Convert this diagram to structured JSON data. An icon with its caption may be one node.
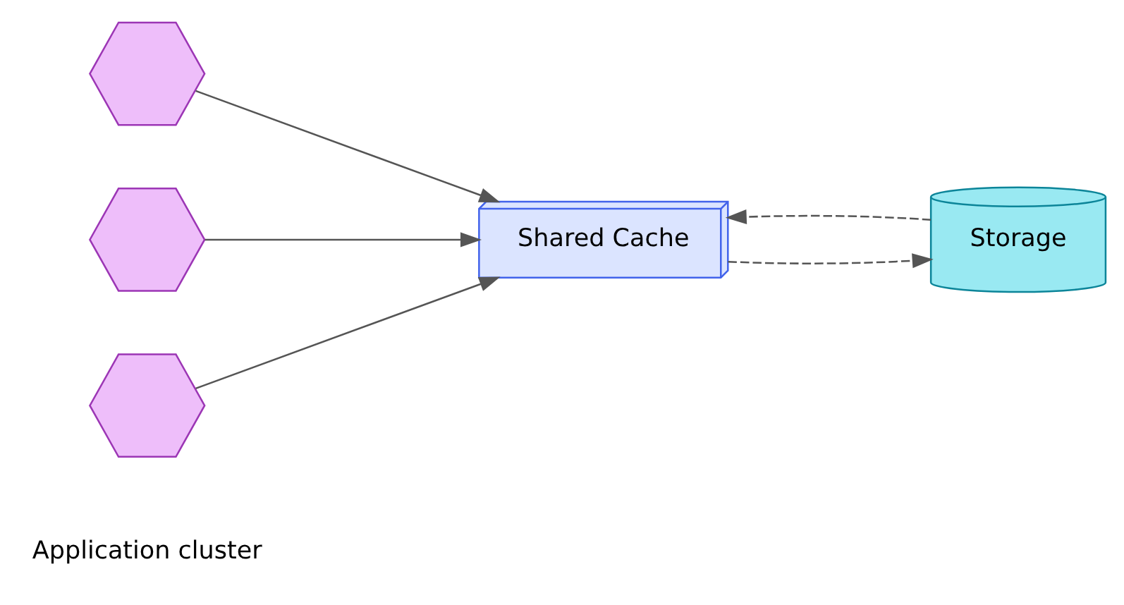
{
  "diagram": {
    "nodes": [
      {
        "text": [],
        "shape": "hexagon"
      },
      {
        "text": [],
        "shape": "hexagon"
      },
      {
        "text": [],
        "shape": "hexagon"
      },
      {
        "text": [
          "Shared Cache"
        ]
      },
      {
        "text": [
          "Storage"
        ]
      }
    ],
    "edges": [
      {
        "from": 0,
        "to": 3,
        "arrow": "to"
      },
      {
        "from": 1,
        "to": 3,
        "arrow": "to"
      },
      {
        "from": 2,
        "to": 3,
        "arrow": "to"
      },
      {
        "from": 3,
        "to": 4,
        "arrow": "to",
        "style": "dashed"
      },
      {
        "from": 4,
        "to": 3,
        "arrow": "to",
        "style": "dashed"
      }
    ],
    "labels": [
      "Application cluster"
    ]
  }
}
